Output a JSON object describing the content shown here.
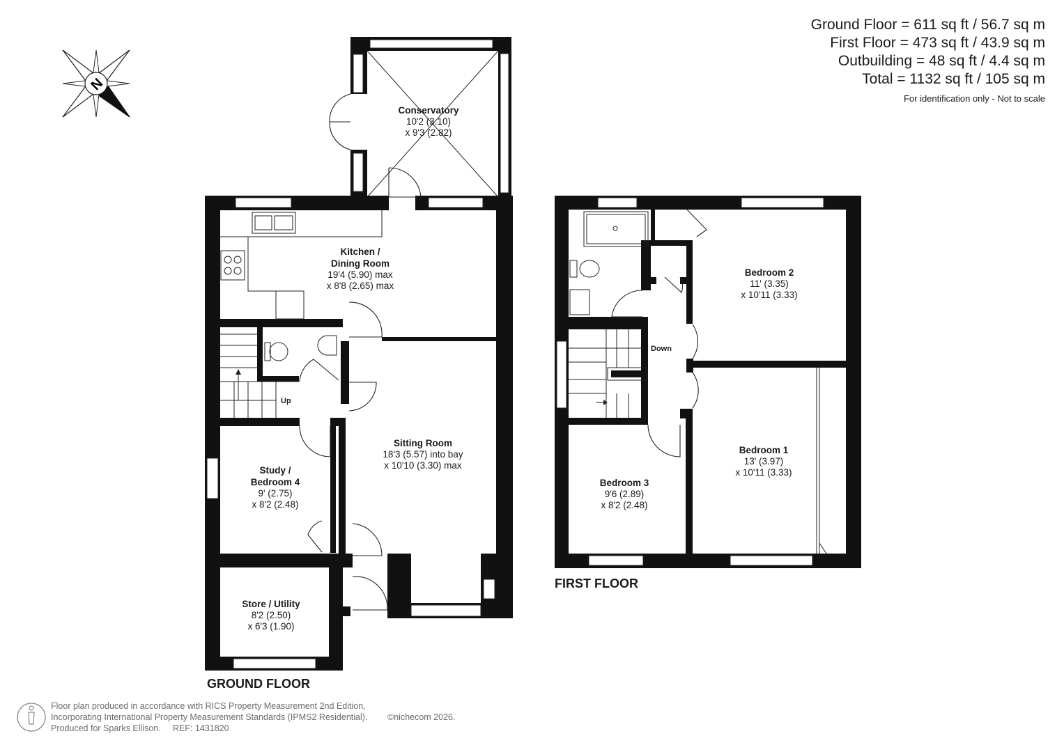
{
  "areas": {
    "ground_floor": "Ground Floor = 611 sq ft / 56.7 sq m",
    "first_floor": "First Floor = 473 sq ft / 43.9 sq m",
    "outbuilding": "Outbuilding = 48 sq ft / 4.4 sq m",
    "total": "Total = 1132 sq ft / 105 sq m",
    "note": "For identification only - Not to scale"
  },
  "compass": {
    "label": "N"
  },
  "ground_floor": {
    "title": "GROUND FLOOR",
    "rooms": {
      "conservatory": {
        "name": "Conservatory",
        "dim1": "10'2 (3.10)",
        "dim2": "x 9'3 (2.82)"
      },
      "kitchen": {
        "name1": "Kitchen /",
        "name2": "Dining Room",
        "dim1": "19'4 (5.90) max",
        "dim2": "x 8'8 (2.65) max"
      },
      "sitting": {
        "name": "Sitting Room",
        "dim1": "18'3 (5.57) into bay",
        "dim2": "x 10'10 (3.30) max"
      },
      "study": {
        "name1": "Study /",
        "name2": "Bedroom 4",
        "dim1": "9' (2.75)",
        "dim2": "x 8'2 (2.48)"
      },
      "store": {
        "name": "Store / Utility",
        "dim1": "8'2 (2.50)",
        "dim2": "x 6'3 (1.90)"
      }
    },
    "stairs_label": "Up"
  },
  "first_floor": {
    "title": "FIRST FLOOR",
    "rooms": {
      "bedroom2": {
        "name": "Bedroom 2",
        "dim1": "11' (3.35)",
        "dim2": "x 10'11 (3.33)"
      },
      "bedroom1": {
        "name": "Bedroom 1",
        "dim1": "13' (3.97)",
        "dim2": "x 10'11 (3.33)"
      },
      "bedroom3": {
        "name": "Bedroom 3",
        "dim1": "9'6 (2.89)",
        "dim2": "x 8'2 (2.48)"
      }
    },
    "stairs_label": "Down"
  },
  "footer": {
    "line1": "Floor plan produced in accordance with RICS Property Measurement 2nd Edition,",
    "line2": "Incorporating International Property Measurement Standards (IPMS2 Residential).",
    "copyright": "©nichecom 2026.",
    "line3": "Produced for Sparks Ellison.",
    "ref": "REF: 1431820"
  }
}
